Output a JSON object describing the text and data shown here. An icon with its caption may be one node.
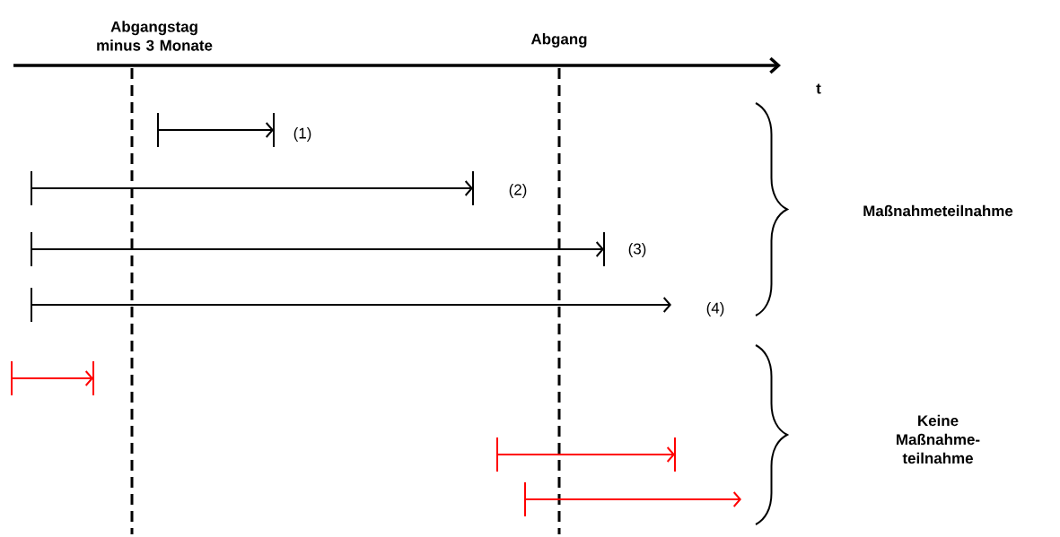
{
  "diagram": {
    "labels": [
      "Abgangstag minus 3 Monate",
      "Abgang",
      "t",
      "(1)",
      "(2)",
      "(3)",
      "(4)",
      "Maßnahmeteilnahme",
      "Keine Maßnahme- teilnahme"
    ]
  }
}
